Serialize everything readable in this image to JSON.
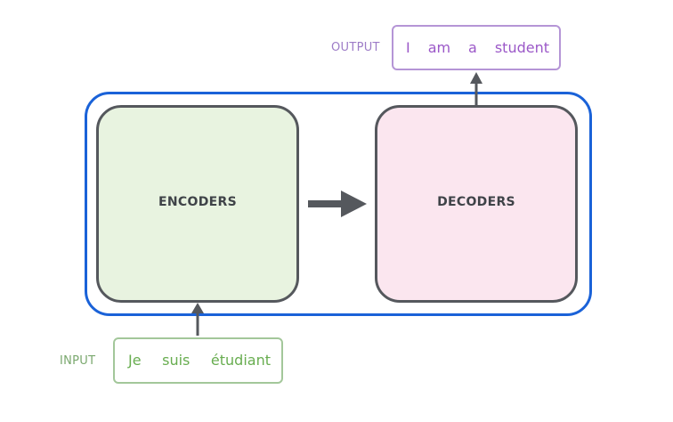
{
  "input": {
    "label": "INPUT",
    "tokens": [
      "Je",
      "suis",
      "étudiant"
    ]
  },
  "encoders": {
    "label": "ENCODERS"
  },
  "decoders": {
    "label": "DECODERS"
  },
  "output": {
    "label": "OUTPUT",
    "tokens": [
      "I",
      "am",
      "a",
      "student"
    ]
  },
  "colors": {
    "outer_container_border": "#1a62d8",
    "block_border": "#55585d",
    "encoders_fill": "#e8f3e0",
    "decoders_fill": "#fbe6ef",
    "input_text": "#68ad50",
    "input_border": "#a3c79a",
    "output_text": "#9b58c8",
    "output_border": "#b595d6",
    "arrow": "#55585d"
  }
}
